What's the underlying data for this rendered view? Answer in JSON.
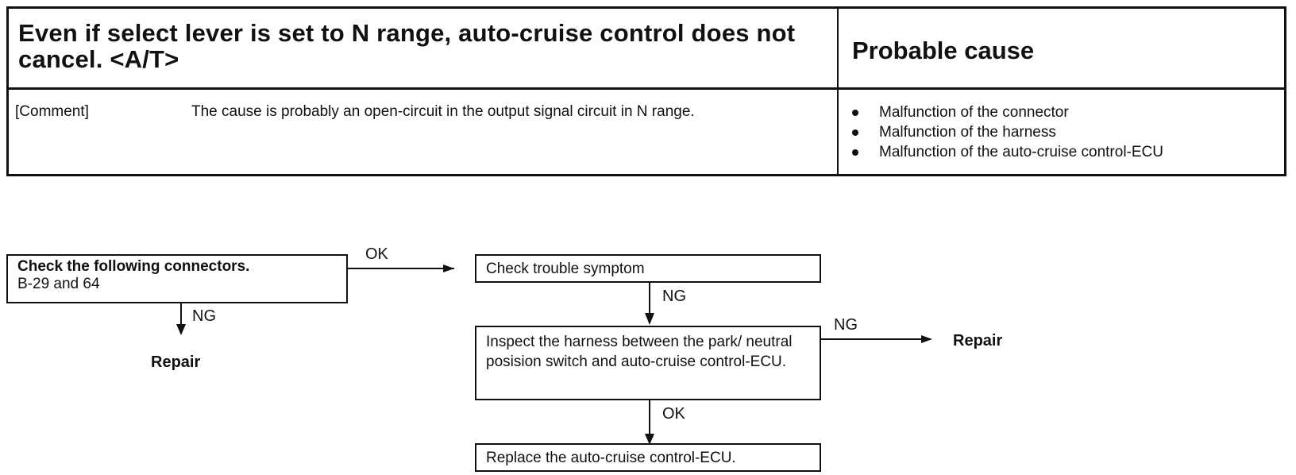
{
  "symptom": {
    "title": "Even if select lever is set to N range, auto-cruise control does not cancel. <A/T>",
    "cause_header": "Probable cause",
    "comment_label": "[Comment]",
    "comment_text": "The cause is probably an open-circuit in the output signal circuit in N range.",
    "causes": [
      "Malfunction of the connector",
      "Malfunction of the harness",
      "Malfunction of the auto-cruise control-ECU"
    ]
  },
  "flowchart": {
    "check_connectors": {
      "line1": "Check the following connectors.",
      "line2": "B-29 and 64"
    },
    "check_symptom": "Check trouble symptom",
    "inspect_harness": "Inspect the harness between the park/ neutral posision switch and auto-cruise control-ECU.",
    "replace_ecu": "Replace the auto-cruise control-ECU.",
    "labels": {
      "ok_1": "OK",
      "ng_1": "NG",
      "ng_2": "NG",
      "ng_3": "NG",
      "ok_2": "OK"
    },
    "repair_1": "Repair",
    "repair_2": "Repair"
  }
}
